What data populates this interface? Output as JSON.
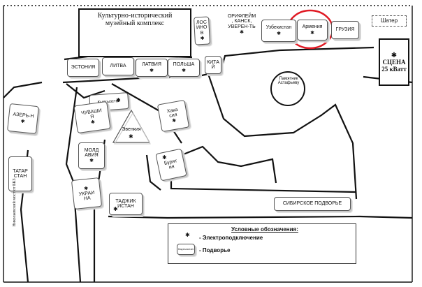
{
  "museum": "Культурно-исторический\nмузейный комплекс",
  "star": "✱",
  "booths": {
    "losino": "ЛОС\nИНО\nВ",
    "orifleim": "ОРИФЛЕЙМ\n, КАНСК,\nУВЕРЕН-ТЬ",
    "uzbekistan": "Узбекистан",
    "armenia": "Армения",
    "georgia": "ГРУЗИЯ",
    "estonia": "ЭСТОНИЯ",
    "lithuania": "ЛИТВА",
    "latvia": "ЛАТВИЯ",
    "poland": "ПОЛЬША",
    "china": "КИТА\nЙ",
    "kyrgyzstan": "Кыргызстан",
    "azerbaijan": "АЗЕРЬ-Н",
    "chuvashia": "ЧУВАШИ\nЯ",
    "evenkia": "Эвенкия",
    "khakassia": "Хака\nсия",
    "moldova": "МОЛД\nАВИЯ",
    "buryatia": "Бурят\nия",
    "tatarstan": "ТАТАР\nСТАН",
    "ukraine": "УКРАИ\nНА",
    "tajikistan": "ТАДЖИК\nИСТАН",
    "siberian": "СИБИРСКОЕ ПОДВОРЬЕ"
  },
  "tent": "Шатер",
  "stage": "СЦЕНА\n25 кВатт",
  "monument": "Памятник\nАстафьеву",
  "bridge": "Николаевский мост от БКЗ",
  "legend": {
    "title": "Условные обозначения:",
    "power": "- Электроподключение",
    "booth": "- Подворье",
    "sample": "Кыргызстан"
  },
  "colors": {
    "highlight": "#e01a24",
    "line": "#111111"
  }
}
